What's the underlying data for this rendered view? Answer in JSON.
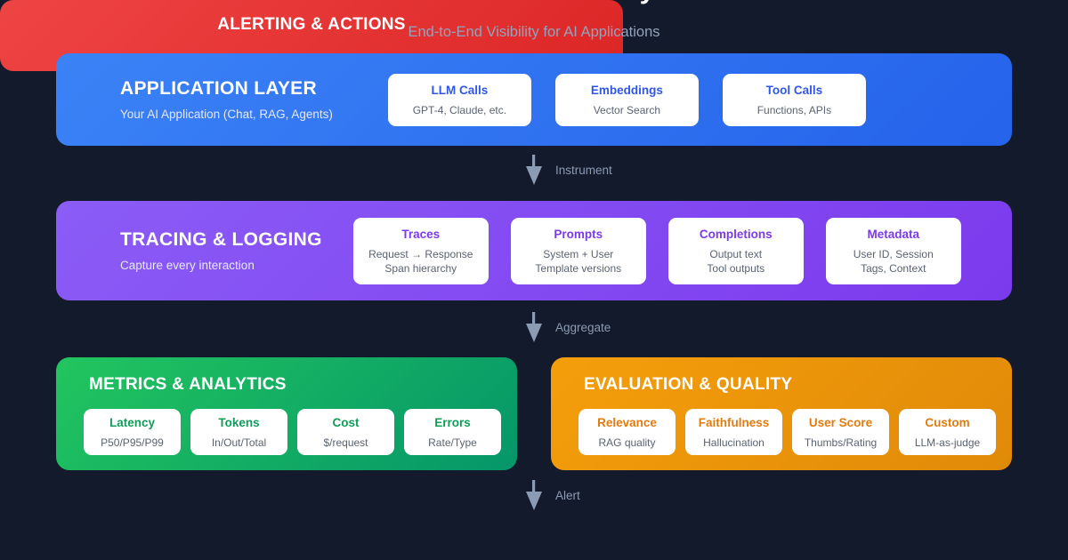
{
  "header": {
    "title": "LLM Observability",
    "subtitle": "End-to-End Visibility for AI Applications"
  },
  "colors": {
    "background": "#131a2b",
    "application": "#2563eb",
    "tracing": "#7c3aed",
    "metrics": "#059669",
    "evaluation": "#f59e0b",
    "alerting": "#ef4444",
    "connector": "#8b9bb4"
  },
  "layers": {
    "application": {
      "title": "APPLICATION LAYER",
      "subtitle": "Your AI Application (Chat, RAG, Agents)",
      "cards": [
        {
          "title": "LLM Calls",
          "sub": "GPT-4, Claude, etc."
        },
        {
          "title": "Embeddings",
          "sub": "Vector Search"
        },
        {
          "title": "Tool Calls",
          "sub": "Functions, APIs"
        }
      ]
    },
    "tracing": {
      "title": "TRACING & LOGGING",
      "subtitle": "Capture every interaction",
      "cards": [
        {
          "title": "Traces",
          "sub1": "Request → Response",
          "sub2": "Span hierarchy"
        },
        {
          "title": "Prompts",
          "sub1": "System + User",
          "sub2": "Template versions"
        },
        {
          "title": "Completions",
          "sub1": "Output text",
          "sub2": "Tool outputs"
        },
        {
          "title": "Metadata",
          "sub1": "User ID, Session",
          "sub2": "Tags, Context"
        }
      ]
    },
    "metrics": {
      "title": "METRICS & ANALYTICS",
      "cards": [
        {
          "title": "Latency",
          "sub": "P50/P95/P99"
        },
        {
          "title": "Tokens",
          "sub": "In/Out/Total"
        },
        {
          "title": "Cost",
          "sub": "$/request"
        },
        {
          "title": "Errors",
          "sub": "Rate/Type"
        }
      ]
    },
    "evaluation": {
      "title": "EVALUATION & QUALITY",
      "cards": [
        {
          "title": "Relevance",
          "sub": "RAG quality"
        },
        {
          "title": "Faithfulness",
          "sub": "Hallucination"
        },
        {
          "title": "User Score",
          "sub": "Thumbs/Rating"
        },
        {
          "title": "Custom",
          "sub": "LLM-as-judge"
        }
      ]
    },
    "alerting": {
      "title": "ALERTING & ACTIONS"
    }
  },
  "connectors": [
    {
      "label": "Instrument"
    },
    {
      "label": "Aggregate"
    },
    {
      "label": "Alert"
    }
  ]
}
